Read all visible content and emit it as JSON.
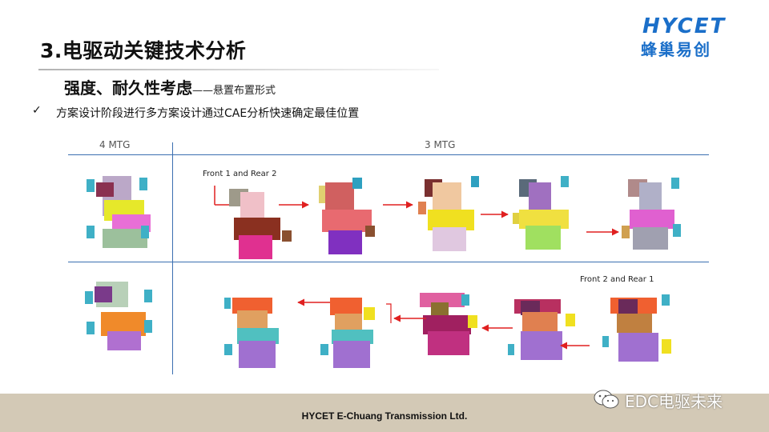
{
  "slide": {
    "title": "3.电驱动关键技术分析",
    "subtitle_main": "强度、耐久性考虑",
    "subtitle_note": "——悬置布置形式",
    "check_mark": "✓",
    "bullet": "方案设计阶段进行多方案设计通过CAE分析快速确定最佳位置"
  },
  "logo": {
    "en": "HYCET",
    "cn": "蜂巢易创"
  },
  "figure": {
    "label_4mtg": "4 MTG",
    "label_3mtg": "3 MTG",
    "annot_top": "Front 1 and Rear 2",
    "annot_bottom": "Front 2 and Rear 1"
  },
  "footer": {
    "company": "HYCET E-Chuang Transmission Ltd."
  },
  "watermark": {
    "text": "EDC电驱未来"
  },
  "colors": {
    "accent_blue": "#1b6fc9",
    "line_blue": "#3b6fb0",
    "arrow_red": "#e02020",
    "footer_band": "#d3c9b6"
  }
}
